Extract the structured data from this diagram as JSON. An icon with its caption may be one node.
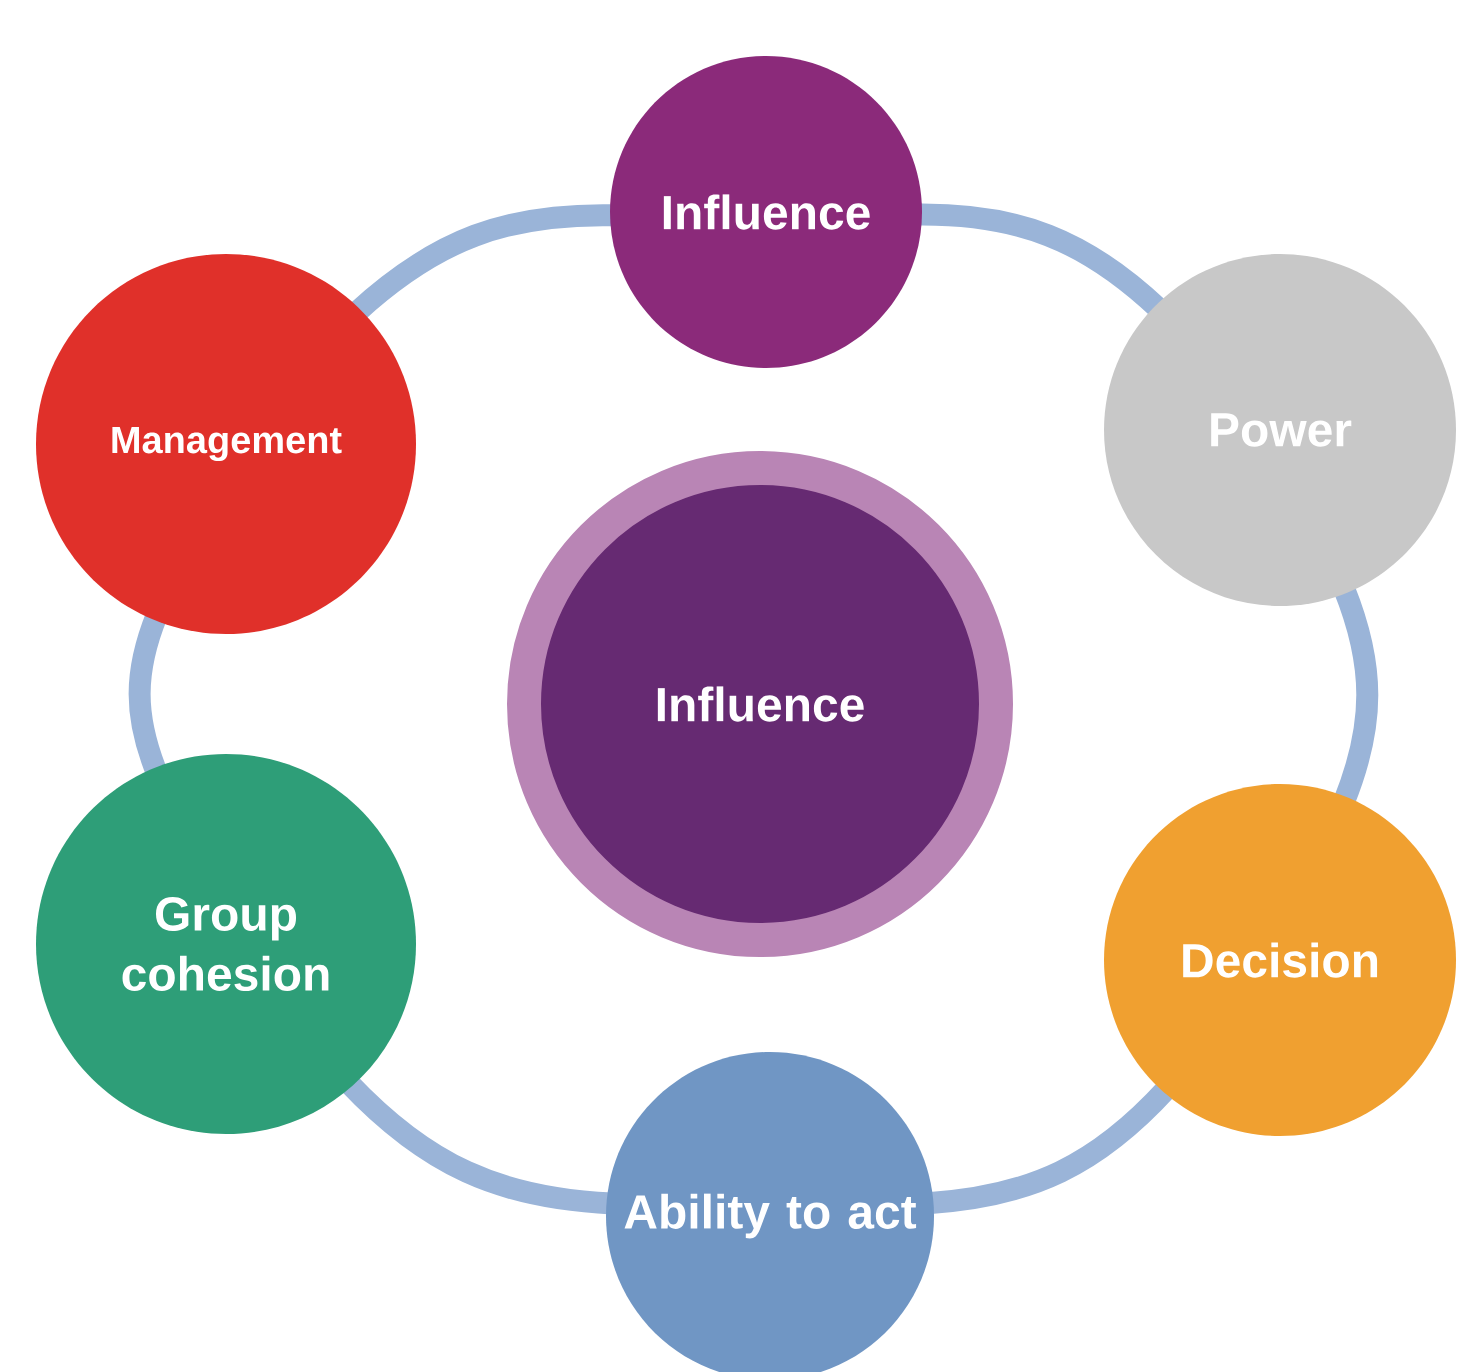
{
  "diagram": {
    "nodes": [
      {
        "text": [
          "Influence"
        ]
      },
      {
        "text": [
          "Influence"
        ]
      },
      {
        "text": [
          "Power"
        ]
      },
      {
        "text": [
          "Decision"
        ]
      },
      {
        "text": [
          "Ability to act"
        ]
      },
      {
        "text": [
          "Group cohesion"
        ]
      },
      {
        "text": [
          "Management"
        ]
      }
    ],
    "edges": [
      {
        "from": 1,
        "to": 2,
        "arrow": "none"
      },
      {
        "from": 2,
        "to": 3,
        "arrow": "none"
      },
      {
        "from": 3,
        "to": 4,
        "arrow": "none"
      },
      {
        "from": 4,
        "to": 5,
        "arrow": "none"
      },
      {
        "from": 5,
        "to": 6,
        "arrow": "none"
      },
      {
        "from": 6,
        "to": 1,
        "arrow": "none"
      }
    ]
  }
}
